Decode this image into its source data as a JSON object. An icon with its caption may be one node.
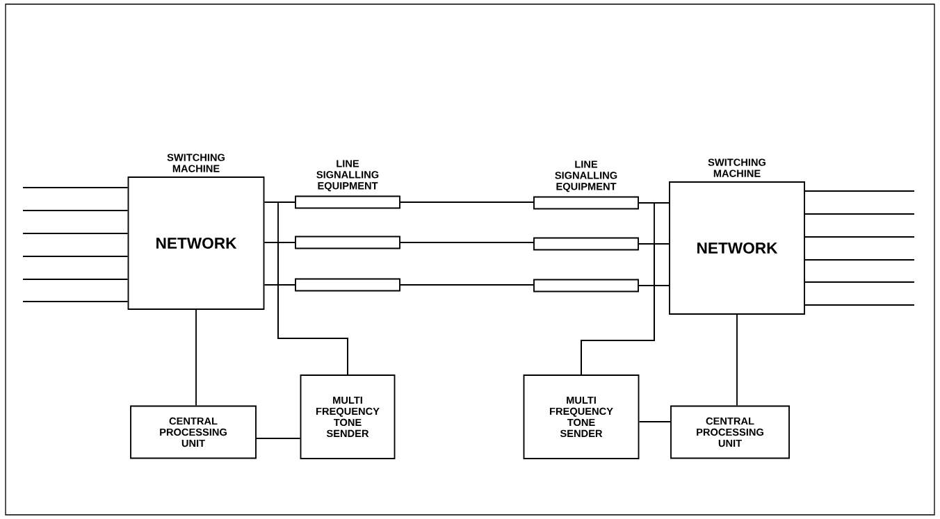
{
  "diagram": {
    "nodes": [
      {
        "text": [
          "SWITCHING MACHINE",
          "NETWORK"
        ]
      },
      {
        "text": [
          "LINE SIGNALLING EQUIPMENT"
        ]
      },
      {
        "text": [],
        "shape": "box"
      },
      {
        "text": [],
        "shape": "box"
      },
      {
        "text": [
          "LINE SIGNALLING EQUIPMENT"
        ]
      },
      {
        "text": [],
        "shape": "box"
      },
      {
        "text": [],
        "shape": "box"
      },
      {
        "text": [
          "SWITCHING MACHINE",
          "NETWORK"
        ]
      },
      {
        "text": [
          "CENTRAL PROCESSING UNIT"
        ]
      },
      {
        "text": [
          "MULTI FREQUENCY TONE SENDER"
        ]
      },
      {
        "text": [
          "MULTI FREQUENCY TONE SENDER"
        ]
      },
      {
        "text": [
          "CENTRAL PROCESSING UNIT"
        ]
      }
    ],
    "edges": [
      {
        "from": null,
        "to": 0,
        "arrow": "none"
      },
      {
        "from": null,
        "to": 0,
        "arrow": "none"
      },
      {
        "from": null,
        "to": 0,
        "arrow": "none"
      },
      {
        "from": null,
        "to": 0,
        "arrow": "none"
      },
      {
        "from": null,
        "to": 0,
        "arrow": "none"
      },
      {
        "from": null,
        "to": 0,
        "arrow": "none"
      },
      {
        "from": 7,
        "to": null,
        "arrow": "none"
      },
      {
        "from": 7,
        "to": null,
        "arrow": "none"
      },
      {
        "from": 7,
        "to": null,
        "arrow": "none"
      },
      {
        "from": 7,
        "to": null,
        "arrow": "none"
      },
      {
        "from": 7,
        "to": null,
        "arrow": "none"
      },
      {
        "from": 7,
        "to": null,
        "arrow": "none"
      },
      {
        "from": 0,
        "to": 1,
        "arrow": "none"
      },
      {
        "from": 0,
        "to": 2,
        "arrow": "none"
      },
      {
        "from": 0,
        "to": 3,
        "arrow": "none"
      },
      {
        "from": 1,
        "to": 4,
        "arrow": "none"
      },
      {
        "from": 2,
        "to": 5,
        "arrow": "none"
      },
      {
        "from": 3,
        "to": 6,
        "arrow": "none"
      },
      {
        "from": 4,
        "to": 7,
        "arrow": "none"
      },
      {
        "from": 5,
        "to": 7,
        "arrow": "none"
      },
      {
        "from": 6,
        "to": 7,
        "arrow": "none"
      },
      {
        "from": 0,
        "to": 8,
        "arrow": "none"
      },
      {
        "from": 8,
        "to": 9,
        "arrow": "none"
      },
      {
        "from": 9,
        "to": 1,
        "arrow": "none"
      },
      {
        "from": 9,
        "to": 2,
        "arrow": "none"
      },
      {
        "from": 9,
        "to": 3,
        "arrow": "none"
      },
      {
        "from": 10,
        "to": 4,
        "arrow": "none"
      },
      {
        "from": 10,
        "to": 5,
        "arrow": "none"
      },
      {
        "from": 10,
        "to": 6,
        "arrow": "none"
      },
      {
        "from": 10,
        "to": 11,
        "arrow": "none"
      },
      {
        "from": 7,
        "to": 11,
        "arrow": "none"
      }
    ]
  }
}
